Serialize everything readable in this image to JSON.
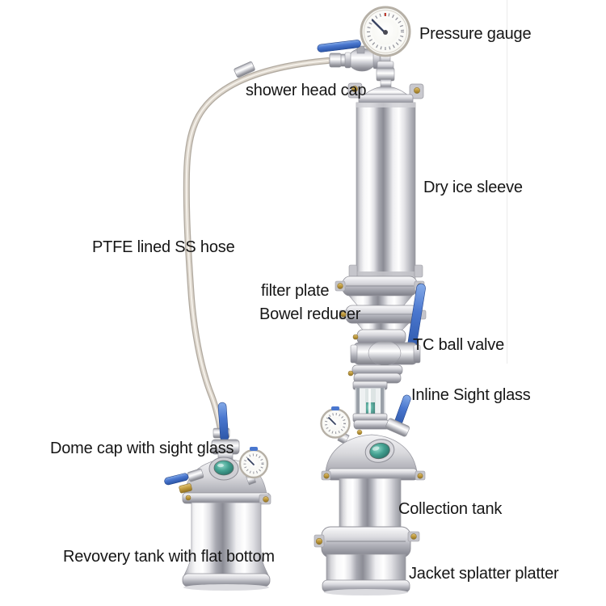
{
  "figure_type": "labeled-parts-diagram",
  "subject": "closed loop extractor system",
  "colors": {
    "background": "#ffffff",
    "label_text": "#161616",
    "valve_handle_blue": "#4a77cf",
    "sight_glass_teal": "#43a090",
    "brass_bolt_gold": "#bf9a3c",
    "steel_highlight": "#ffffff",
    "steel_shadow": "#8b8c95"
  },
  "labels": [
    {
      "name": "pressure-gauge",
      "text": "Pressure gauge"
    },
    {
      "name": "shower-head-cap",
      "text": "shower head cap"
    },
    {
      "name": "dry-ice-sleeve",
      "text": "Dry ice sleeve"
    },
    {
      "name": "ptfe-lined-ss-hose",
      "text": "PTFE lined SS hose"
    },
    {
      "name": "filter-plate",
      "text": "filter plate"
    },
    {
      "name": "bowel-reducer",
      "text": "Bowel reducer"
    },
    {
      "name": "tc-ball-valve",
      "text": "TC ball valve"
    },
    {
      "name": "inline-sight-glass",
      "text": "Inline Sight glass"
    },
    {
      "name": "dome-cap-with-sight-glass",
      "text": "Dome cap with sight glass"
    },
    {
      "name": "collection-tank",
      "text": "Collection tank"
    },
    {
      "name": "recovery-tank-with-flat-bottom",
      "text": "Revovery tank with flat bottom"
    },
    {
      "name": "jacket-splatter-platter",
      "text": "Jacket splatter platter"
    }
  ]
}
